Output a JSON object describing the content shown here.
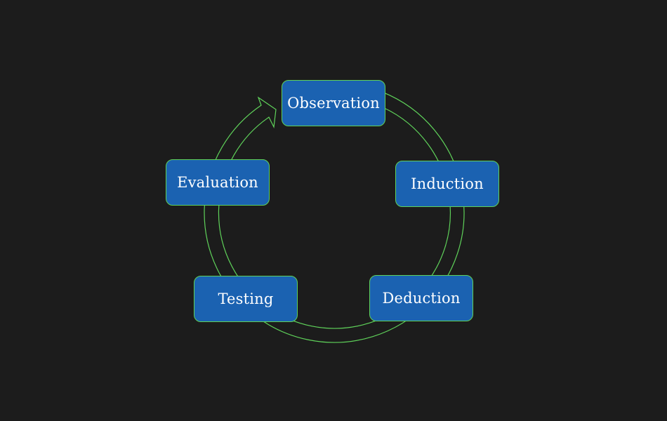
{
  "diagram": {
    "type": "cycle",
    "stroke_color": "#5fd25a",
    "node_color": "#1b62b1",
    "background": "#1c1c1c",
    "nodes": [
      {
        "label": "Observation"
      },
      {
        "label": "Induction"
      },
      {
        "label": "Deduction"
      },
      {
        "label": "Testing"
      },
      {
        "label": "Evaluation"
      }
    ],
    "edges": [
      {
        "from": "Observation",
        "to": "Induction"
      },
      {
        "from": "Induction",
        "to": "Deduction"
      },
      {
        "from": "Deduction",
        "to": "Testing"
      },
      {
        "from": "Testing",
        "to": "Evaluation"
      },
      {
        "from": "Evaluation",
        "to": "Observation"
      }
    ]
  }
}
